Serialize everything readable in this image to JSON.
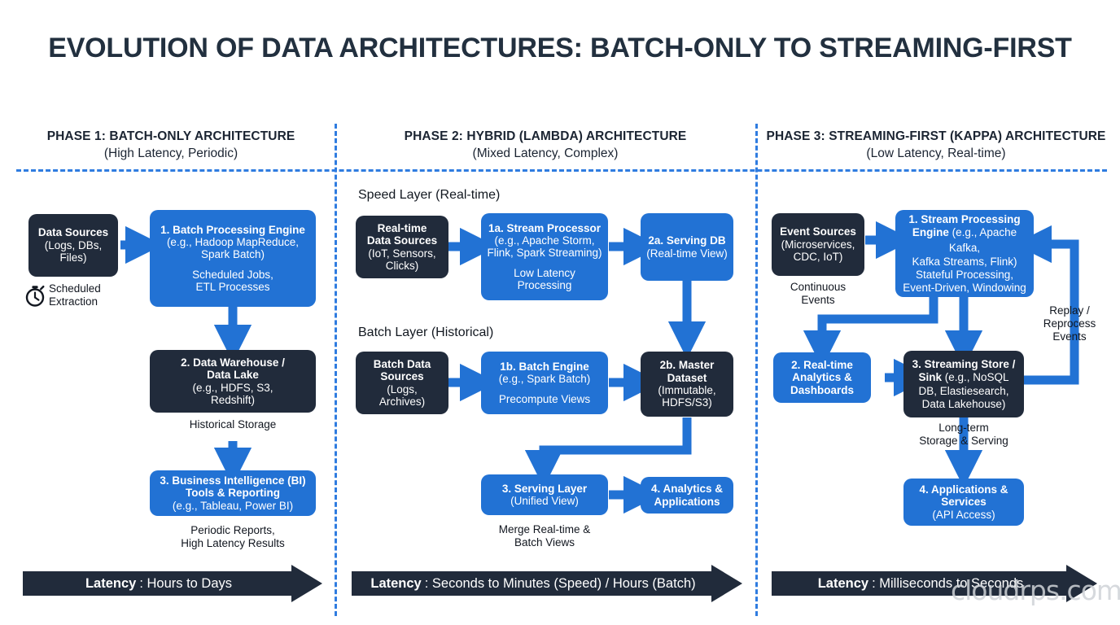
{
  "title": "EVOLUTION OF DATA ARCHITECTURES: BATCH-ONLY TO STREAMING-FIRST",
  "colors": {
    "accent_blue": "#2272d4",
    "dark_navy": "#212b3b",
    "divider_blue": "#2f7ce0",
    "title_color": "#22303f",
    "background": "#ffffff",
    "watermark": "#cfd3d8"
  },
  "watermark": "cloudrps.com",
  "phases": [
    {
      "id": "phase-1",
      "heading": "PHASE 1: BATCH-ONLY ARCHITECTURE",
      "subheading": "(High Latency, Periodic)",
      "latency": {
        "label": "Latency",
        "value": ": Hours to Days"
      }
    },
    {
      "id": "phase-2",
      "heading": "PHASE 2: HYBRID (LAMBDA) ARCHITECTURE",
      "subheading": "(Mixed Latency, Complex)",
      "latency": {
        "label": "Latency",
        "value": ": Seconds to Minutes (Speed) / Hours (Batch)"
      }
    },
    {
      "id": "phase-3",
      "heading": "PHASE 3: STREAMING-FIRST (KAPPA) ARCHITECTURE",
      "subheading": "(Low Latency, Real-time)",
      "latency": {
        "label": "Latency",
        "value": ": Milliseconds to Seconds"
      }
    }
  ],
  "phase1": {
    "nodes": {
      "data_sources": {
        "hl": "Data Sources",
        "sub1": "(Logs, DBs,",
        "sub2": "Files)"
      },
      "batch_engine": {
        "hl": "1. Batch Processing Engine",
        "sub1": "(e.g., Hadoop MapReduce,",
        "sub2": "Spark Batch)",
        "note1": "Scheduled Jobs,",
        "note2": "ETL Processes"
      },
      "warehouse": {
        "hl1": "2. Data Warehouse /",
        "hl2": "Data Lake",
        "sub1": "(e.g., HDFS, S3,",
        "sub2": "Redshift)"
      },
      "bi": {
        "hl1": "3. Business Intelligence (BI)",
        "hl2": "Tools & Reporting",
        "sub1": "(e.g., Tableau, Power BI)"
      }
    },
    "captions": {
      "scheduled_extraction_l1": "Scheduled",
      "scheduled_extraction_l2": "Extraction",
      "historical_storage": "Historical Storage",
      "periodic_l1": "Periodic Reports,",
      "periodic_l2": "High Latency Results"
    },
    "icons": {
      "stopwatch": "stopwatch-icon"
    }
  },
  "phase2": {
    "layer_labels": {
      "speed": "Speed Layer (Real-time)",
      "batch": "Batch Layer (Historical)"
    },
    "nodes": {
      "rt_sources": {
        "hl1": "Real-time",
        "hl2": "Data Sources",
        "sub1": "(IoT, Sensors,",
        "sub2": "Clicks)"
      },
      "stream_processor": {
        "hl": "1a. Stream Processor",
        "sub1": "(e.g., Apache Storm,",
        "sub2": "Flink, Spark Streaming)",
        "note1": "Low Latency",
        "note2": "Processing"
      },
      "serving_db": {
        "hl": "2a. Serving DB",
        "sub1": "(Real-time View)"
      },
      "batch_sources": {
        "hl1": "Batch Data",
        "hl2": "Sources",
        "sub1": "(Logs,",
        "sub2": "Archives)"
      },
      "batch_engine": {
        "hl": "1b. Batch Engine",
        "sub1": "(e.g., Spark Batch)",
        "note1": "Precompute Views"
      },
      "master_dataset": {
        "hl1": "2b. Master",
        "hl2": "Dataset",
        "sub1": "(Immutable,",
        "sub2": "HDFS/S3)"
      },
      "serving_layer": {
        "hl": "3. Serving Layer",
        "sub1": "(Unified View)"
      },
      "analytics_apps": {
        "hl1": "4. Analytics &",
        "hl2": "Applications"
      }
    },
    "captions": {
      "merge_l1": "Merge Real-time &",
      "merge_l2": "Batch Views"
    }
  },
  "phase3": {
    "nodes": {
      "event_sources": {
        "hl": "Event Sources",
        "sub1": "(Microservices,",
        "sub2": "CDC, IoT)"
      },
      "stream_engine": {
        "hl1": "1. Stream Processing",
        "hl2": "Engine",
        "hl2_tail": " (e.g., Apache Kafka,",
        "sub2": "Kafka Streams, Flink)",
        "note1": "Stateful Processing,",
        "note2": "Event-Driven, Windowing"
      },
      "rt_analytics": {
        "hl1": "2. Real-time",
        "hl2": "Analytics &",
        "hl3": "Dashboards"
      },
      "streaming_store": {
        "hl1": "3. Streaming Store /",
        "hl2": "Sink",
        "hl2_tail": " (e.g., NoSQL",
        "sub2": "DB, Elastiesearch,",
        "sub3": "Data Lakehouse)"
      },
      "applications": {
        "hl1": "4. Applications &",
        "hl2": "Services",
        "sub1": "(API Access)"
      }
    },
    "captions": {
      "continuous_l1": "Continuous",
      "continuous_l2": "Events",
      "replay_l1": "Replay /",
      "replay_l2": "Reprocess",
      "replay_l3": "Events",
      "longterm_l1": "Long-term",
      "longterm_l2": "Storage & Serving"
    }
  }
}
